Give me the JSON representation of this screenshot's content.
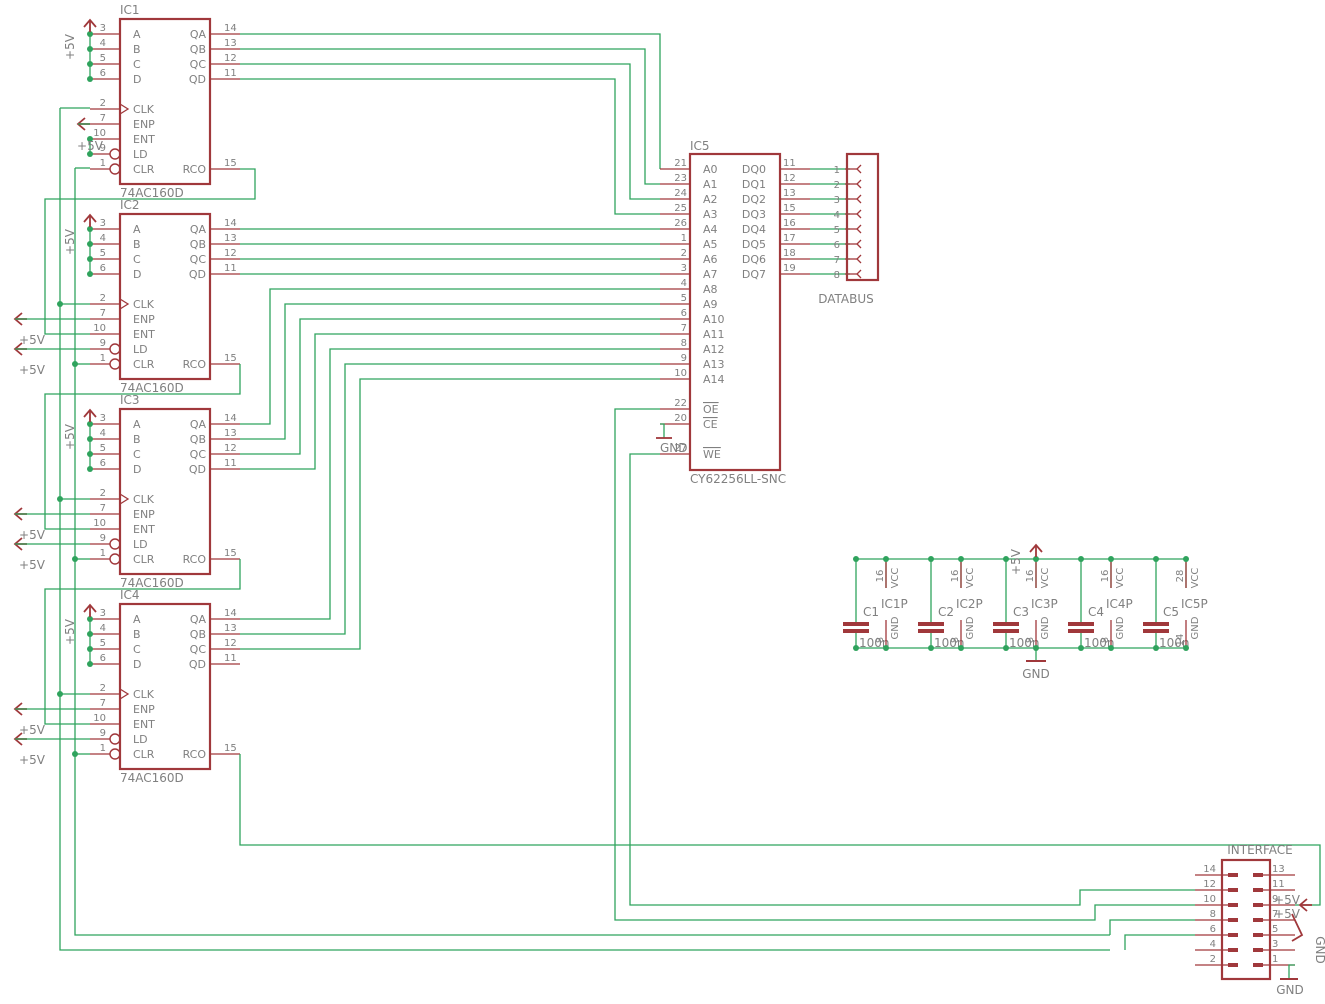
{
  "schematic": {
    "colors": {
      "symbol": "#a0383b",
      "wire": "#2fa35d",
      "junction": "#2fa35d",
      "text": "#808080",
      "background": "#ffffff"
    },
    "counters": [
      {
        "name": "IC1",
        "value": "74AC160D",
        "left_pins": [
          {
            "num": "3",
            "label": "A"
          },
          {
            "num": "4",
            "label": "B"
          },
          {
            "num": "5",
            "label": "C"
          },
          {
            "num": "6",
            "label": "D"
          },
          {
            "num": "2",
            "label": "CLK"
          },
          {
            "num": "7",
            "label": "ENP"
          },
          {
            "num": "10",
            "label": "ENT"
          },
          {
            "num": "9",
            "label": "LD"
          },
          {
            "num": "1",
            "label": "CLR"
          }
        ],
        "right_pins": [
          {
            "num": "14",
            "label": "QA"
          },
          {
            "num": "13",
            "label": "QB"
          },
          {
            "num": "12",
            "label": "QC"
          },
          {
            "num": "11",
            "label": "QD"
          },
          {
            "num": "15",
            "label": "RCO"
          }
        ],
        "supply_label": "+5V"
      },
      {
        "name": "IC2",
        "value": "74AC160D",
        "left_pins": [
          {
            "num": "3",
            "label": "A"
          },
          {
            "num": "4",
            "label": "B"
          },
          {
            "num": "5",
            "label": "C"
          },
          {
            "num": "6",
            "label": "D"
          },
          {
            "num": "2",
            "label": "CLK"
          },
          {
            "num": "7",
            "label": "ENP"
          },
          {
            "num": "10",
            "label": "ENT"
          },
          {
            "num": "9",
            "label": "LD"
          },
          {
            "num": "1",
            "label": "CLR"
          }
        ],
        "right_pins": [
          {
            "num": "14",
            "label": "QA"
          },
          {
            "num": "13",
            "label": "QB"
          },
          {
            "num": "12",
            "label": "QC"
          },
          {
            "num": "11",
            "label": "QD"
          },
          {
            "num": "15",
            "label": "RCO"
          }
        ],
        "supply_label": "+5V"
      },
      {
        "name": "IC3",
        "value": "74AC160D",
        "left_pins": [
          {
            "num": "3",
            "label": "A"
          },
          {
            "num": "4",
            "label": "B"
          },
          {
            "num": "5",
            "label": "C"
          },
          {
            "num": "6",
            "label": "D"
          },
          {
            "num": "2",
            "label": "CLK"
          },
          {
            "num": "7",
            "label": "ENP"
          },
          {
            "num": "10",
            "label": "ENT"
          },
          {
            "num": "9",
            "label": "LD"
          },
          {
            "num": "1",
            "label": "CLR"
          }
        ],
        "right_pins": [
          {
            "num": "14",
            "label": "QA"
          },
          {
            "num": "13",
            "label": "QB"
          },
          {
            "num": "12",
            "label": "QC"
          },
          {
            "num": "11",
            "label": "QD"
          },
          {
            "num": "15",
            "label": "RCO"
          }
        ],
        "supply_label": "+5V"
      },
      {
        "name": "IC4",
        "value": "74AC160D",
        "left_pins": [
          {
            "num": "3",
            "label": "A"
          },
          {
            "num": "4",
            "label": "B"
          },
          {
            "num": "5",
            "label": "C"
          },
          {
            "num": "6",
            "label": "D"
          },
          {
            "num": "2",
            "label": "CLK"
          },
          {
            "num": "7",
            "label": "ENP"
          },
          {
            "num": "10",
            "label": "ENT"
          },
          {
            "num": "9",
            "label": "LD"
          },
          {
            "num": "1",
            "label": "CLR"
          }
        ],
        "right_pins": [
          {
            "num": "14",
            "label": "QA"
          },
          {
            "num": "13",
            "label": "QB"
          },
          {
            "num": "12",
            "label": "QC"
          },
          {
            "num": "11",
            "label": "QD"
          },
          {
            "num": "15",
            "label": "RCO"
          }
        ],
        "supply_label": "+5V"
      }
    ],
    "supply_labels": {
      "plus5": "+5V",
      "gnd": "GND"
    },
    "memory": {
      "name": "IC5",
      "value": "CY62256LL-SNC",
      "left_pins": [
        {
          "num": "21",
          "label": "A0"
        },
        {
          "num": "23",
          "label": "A1"
        },
        {
          "num": "24",
          "label": "A2"
        },
        {
          "num": "25",
          "label": "A3"
        },
        {
          "num": "26",
          "label": "A4"
        },
        {
          "num": "1",
          "label": "A5"
        },
        {
          "num": "2",
          "label": "A6"
        },
        {
          "num": "3",
          "label": "A7"
        },
        {
          "num": "4",
          "label": "A8"
        },
        {
          "num": "5",
          "label": "A9"
        },
        {
          "num": "6",
          "label": "A10"
        },
        {
          "num": "7",
          "label": "A11"
        },
        {
          "num": "8",
          "label": "A12"
        },
        {
          "num": "9",
          "label": "A13"
        },
        {
          "num": "10",
          "label": "A14"
        },
        {
          "num": "22",
          "label": "OE"
        },
        {
          "num": "20",
          "label": "CE"
        },
        {
          "num": "27",
          "label": "WE"
        }
      ],
      "right_pins": [
        {
          "num": "11",
          "label": "DQ0"
        },
        {
          "num": "12",
          "label": "DQ1"
        },
        {
          "num": "13",
          "label": "DQ2"
        },
        {
          "num": "15",
          "label": "DQ3"
        },
        {
          "num": "16",
          "label": "DQ4"
        },
        {
          "num": "17",
          "label": "DQ5"
        },
        {
          "num": "18",
          "label": "DQ6"
        },
        {
          "num": "19",
          "label": "DQ7"
        }
      ],
      "ce_gnd_label": "GND"
    },
    "databus": {
      "name": "DATABUS",
      "pins": [
        "1",
        "2",
        "3",
        "4",
        "5",
        "6",
        "7",
        "8"
      ]
    },
    "decoupling": [
      {
        "cap": "C1",
        "value": "100n",
        "power": "IC1P",
        "vcc_pin": "16",
        "gnd_pin": "8"
      },
      {
        "cap": "C2",
        "value": "100n",
        "power": "IC2P",
        "vcc_pin": "16",
        "gnd_pin": "8"
      },
      {
        "cap": "C3",
        "value": "100n",
        "power": "IC3P",
        "vcc_pin": "16",
        "gnd_pin": "8"
      },
      {
        "cap": "C4",
        "value": "100n",
        "power": "IC4P",
        "vcc_pin": "16",
        "gnd_pin": "8"
      },
      {
        "cap": "C5",
        "value": "100n",
        "power": "IC5P",
        "vcc_pin": "28",
        "gnd_pin": "14"
      }
    ],
    "power_pin_labels": {
      "vcc": "VCC",
      "gnd": "GND"
    },
    "interface": {
      "name": "INTERFACE",
      "left_pins": [
        "14",
        "12",
        "10",
        "8",
        "6",
        "4",
        "2"
      ],
      "right_pins": [
        "13",
        "11",
        "9",
        "7",
        "5",
        "3",
        "1"
      ],
      "supply_labels": [
        "+5V",
        "+5V"
      ],
      "gnd_labels": [
        "GND",
        "GND"
      ]
    }
  }
}
